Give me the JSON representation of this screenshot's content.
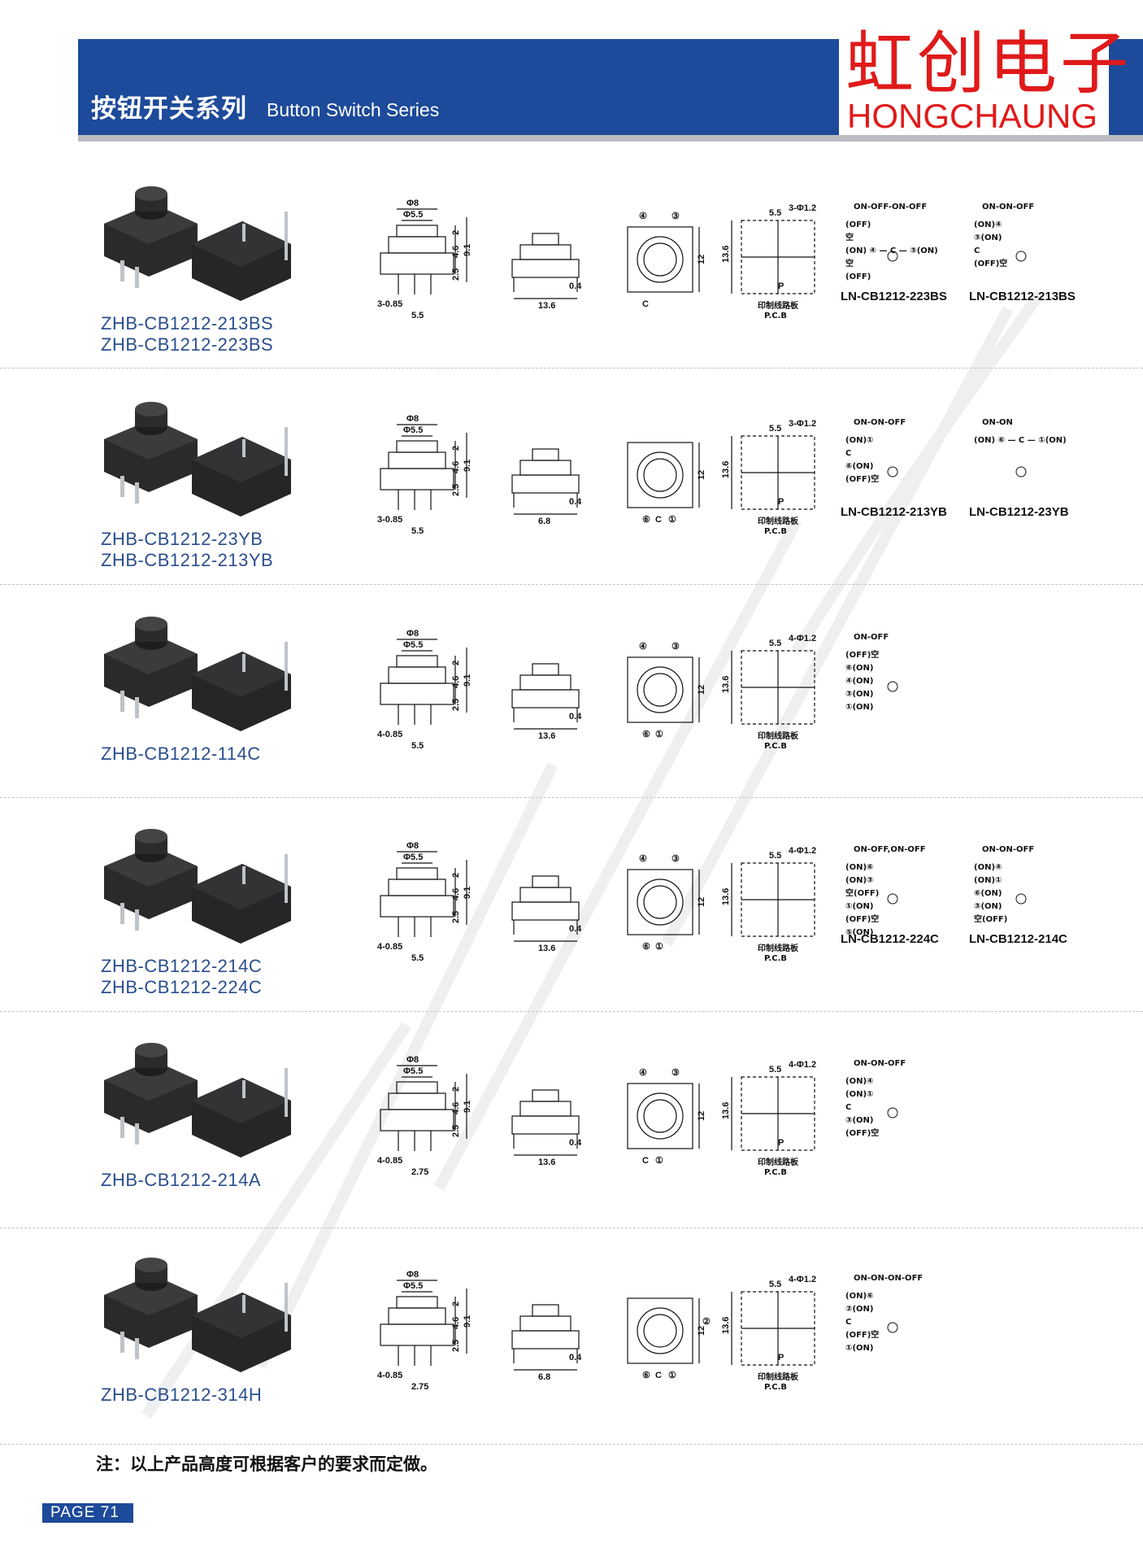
{
  "header": {
    "title_zh": "按钮开关系列",
    "title_en": "Button Switch Series",
    "brand_zh": "虹创电子",
    "brand_en": "HONGCHAUNG"
  },
  "colors": {
    "header_blue": "#1d4a9a",
    "brand_red": "#e01a1a",
    "model_blue": "#2a4e8f"
  },
  "rows": [
    {
      "models": [
        "ZHB-CB1212-213BS",
        "ZHB-CB1212-223BS"
      ],
      "dims": {
        "phi_outer": "Φ8",
        "phi_inner": "Φ5.5",
        "h1": "2",
        "h2": "4.6",
        "h3": "2.5",
        "total": "9.1",
        "pins": "3-0.85",
        "pitch": "5.5",
        "width": "13.6",
        "gap": "0.4",
        "side": "12",
        "holes": "3-Φ1.2",
        "board": "13.6"
      },
      "pcb_zh": "印制线路板",
      "pcb_en": "P.C.B",
      "p": "P",
      "top_pins": [
        "④",
        "③"
      ],
      "bottom_pins": [
        "C"
      ],
      "schematics": [
        {
          "title": "ON-OFF-ON-OFF",
          "lines": [
            "(OFF)",
            "空",
            "(ON) ④ — C — ③(ON)",
            "空",
            "(OFF)"
          ],
          "part": "LN-CB1212-223BS"
        },
        {
          "title": "ON-ON-OFF",
          "lines": [
            "(ON)④",
            "③(ON)",
            "C",
            "(OFF)空"
          ],
          "part": "LN-CB1212-213BS"
        }
      ]
    },
    {
      "models": [
        "ZHB-CB1212-23YB",
        "ZHB-CB1212-213YB"
      ],
      "dims": {
        "phi_outer": "Φ8",
        "phi_inner": "Φ5.5",
        "h1": "2",
        "h2": "4.6",
        "h3": "2.5",
        "total": "9.1",
        "pins": "3-0.85",
        "pitch": "5.5",
        "width": "6.8",
        "gap": "0.4",
        "side": "12",
        "holes": "3-Φ1.2",
        "board": "13.6"
      },
      "pcb_zh": "印制线路板",
      "pcb_en": "P.C.B",
      "p": "P",
      "bottom_pins": [
        "⑥",
        "C",
        "①"
      ],
      "schematics": [
        {
          "title": "ON-ON-OFF",
          "lines": [
            "(ON)①",
            "C",
            "⑥(ON)",
            "(OFF)空"
          ],
          "part": "LN-CB1212-213YB"
        },
        {
          "title": "ON-ON",
          "lines": [
            "(ON) ⑥ — C — ①(ON)"
          ],
          "part": "LN-CB1212-23YB"
        }
      ]
    },
    {
      "models": [
        "ZHB-CB1212-114C"
      ],
      "dims": {
        "phi_outer": "Φ8",
        "phi_inner": "Φ5.5",
        "h1": "2",
        "h2": "4.6",
        "h3": "2.5",
        "total": "9.1",
        "pins": "4-0.85",
        "pitch": "5.5",
        "width": "13.6",
        "gap": "0.4",
        "side": "12",
        "holes": "4-Φ1.2",
        "board": "13.6"
      },
      "pcb_zh": "印制线路板",
      "pcb_en": "P.C.B",
      "top_pins": [
        "④",
        "③"
      ],
      "bottom_pins": [
        "⑥",
        "①"
      ],
      "schematics": [
        {
          "title": "ON-OFF",
          "lines": [
            "(OFF)空",
            "⑥(ON)",
            "④(ON)",
            "③(ON)",
            "①(ON)"
          ],
          "part": ""
        }
      ]
    },
    {
      "models": [
        "ZHB-CB1212-214C",
        "ZHB-CB1212-224C"
      ],
      "dims": {
        "phi_outer": "Φ8",
        "phi_inner": "Φ5.5",
        "h1": "2",
        "h2": "4.6",
        "h3": "2.5",
        "total": "9.1",
        "pins": "4-0.85",
        "pitch": "5.5",
        "width": "13.6",
        "gap": "0.4",
        "side": "12",
        "holes": "4-Φ1.2",
        "board": "13.6"
      },
      "pcb_zh": "印制线路板",
      "pcb_en": "P.C.B",
      "top_pins": [
        "④",
        "③"
      ],
      "bottom_pins": [
        "⑥",
        "①"
      ],
      "schematics": [
        {
          "title": "ON-OFF,ON-OFF",
          "lines": [
            "(ON)⑥",
            "(ON)③",
            "空(OFF)",
            "①(ON)",
            "(OFF)空",
            "⑤(ON)"
          ],
          "part": "LN-CB1212-224C"
        },
        {
          "title": "ON-ON-OFF",
          "lines": [
            "(ON)④",
            "(ON)①",
            "⑥(ON)",
            "③(ON)",
            "空(OFF)"
          ],
          "part": "LN-CB1212-214C"
        }
      ]
    },
    {
      "models": [
        "ZHB-CB1212-214A"
      ],
      "dims": {
        "phi_outer": "Φ8",
        "phi_inner": "Φ5.5",
        "h1": "2",
        "h2": "4.6",
        "h3": "2.5",
        "total": "9.1",
        "pins": "4-0.85",
        "pitch": "2.75",
        "width": "13.6",
        "gap": "0.4",
        "side": "12",
        "holes": "4-Φ1.2",
        "board": "13.6",
        "pitch2": "5.5"
      },
      "pcb_zh": "印制线路板",
      "pcb_en": "P.C.B",
      "p": "P",
      "top_pins": [
        "④",
        "③"
      ],
      "bottom_pins": [
        "C",
        "①"
      ],
      "schematics": [
        {
          "title": "ON-ON-OFF",
          "lines": [
            "(ON)④",
            "(ON)①",
            "C",
            "③(ON)",
            "(OFF)空"
          ],
          "part": ""
        }
      ]
    },
    {
      "models": [
        "ZHB-CB1212-314H"
      ],
      "dims": {
        "phi_outer": "Φ8",
        "phi_inner": "Φ5.5",
        "h1": "2",
        "h2": "4.6",
        "h3": "2.5",
        "total": "9.1",
        "pins": "4-0.85",
        "pitch": "2.75",
        "width": "6.8",
        "gap": "0.4",
        "side": "12",
        "holes": "4-Φ1.2",
        "board": "13.6",
        "pitch2": "5.5"
      },
      "pcb_zh": "印制线路板",
      "pcb_en": "P.C.B",
      "p": "P",
      "side_pin": "②",
      "bottom_pins": [
        "⑥",
        "C",
        "①"
      ],
      "schematics": [
        {
          "title": "ON-ON-ON-OFF",
          "lines": [
            "(ON)⑥",
            "②(ON)",
            "C",
            "(OFF)空",
            "①(ON)"
          ],
          "part": ""
        }
      ]
    }
  ],
  "note": "注：以上产品高度可根据客户的要求而定做。",
  "page": "PAGE 71"
}
